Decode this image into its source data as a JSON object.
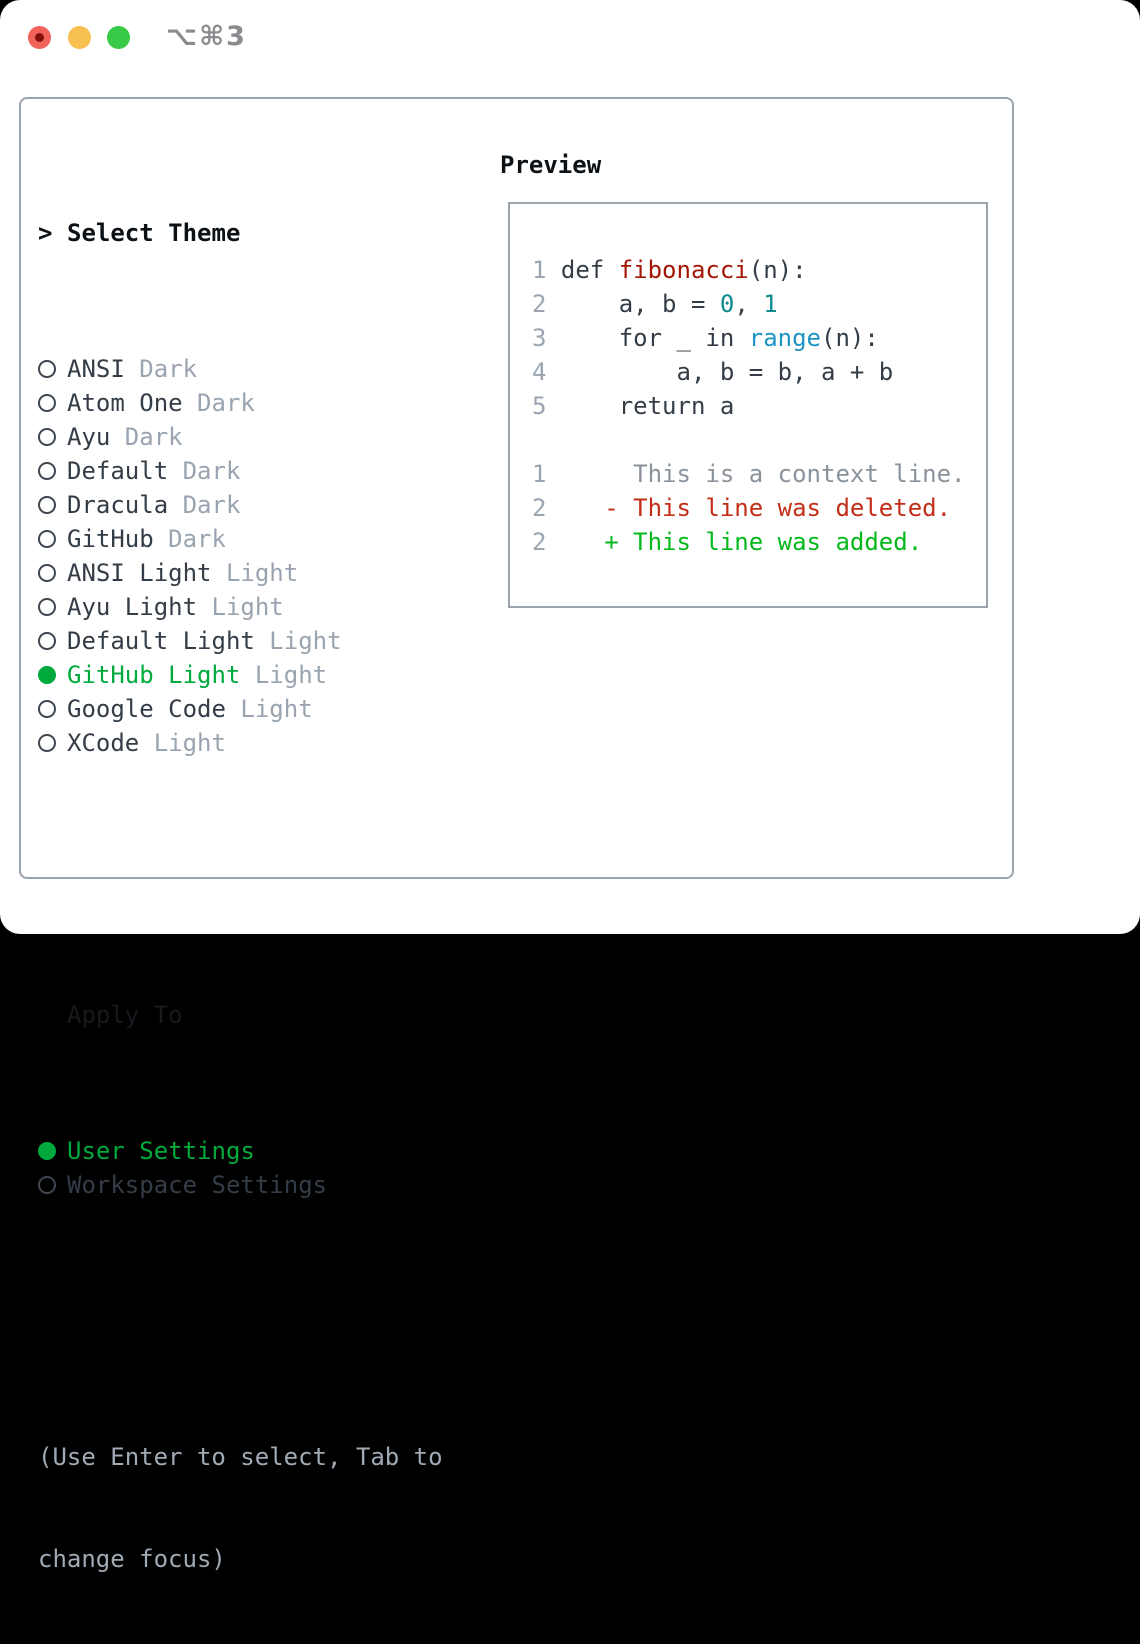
{
  "window": {
    "title": "⌥⌘3",
    "traffic_lights": [
      "close",
      "minimize",
      "zoom"
    ]
  },
  "theme_panel": {
    "prompt": ">",
    "title": "Select Theme",
    "themes": [
      {
        "label": "ANSI",
        "variant": "Dark",
        "selected": false
      },
      {
        "label": "Atom One",
        "variant": "Dark",
        "selected": false
      },
      {
        "label": "Ayu",
        "variant": "Dark",
        "selected": false
      },
      {
        "label": "Default",
        "variant": "Dark",
        "selected": false
      },
      {
        "label": "Dracula",
        "variant": "Dark",
        "selected": false
      },
      {
        "label": "GitHub",
        "variant": "Dark",
        "selected": false
      },
      {
        "label": "ANSI Light",
        "variant": "Light",
        "selected": false
      },
      {
        "label": "Ayu Light",
        "variant": "Light",
        "selected": false
      },
      {
        "label": "Default Light",
        "variant": "Light",
        "selected": false
      },
      {
        "label": "GitHub Light",
        "variant": "Light",
        "selected": true
      },
      {
        "label": "Google Code",
        "variant": "Light",
        "selected": false
      },
      {
        "label": "XCode",
        "variant": "Light",
        "selected": false
      }
    ],
    "apply_to": {
      "title": "Apply To",
      "options": [
        {
          "label": "User Settings",
          "selected": true
        },
        {
          "label": "Workspace Settings",
          "selected": false
        }
      ]
    },
    "hint_lines": [
      "(Use Enter to select, Tab to",
      "change focus)"
    ]
  },
  "preview": {
    "title": "Preview",
    "lines": [
      [
        {
          "t": "1 ",
          "s": "ln"
        },
        {
          "t": "def ",
          "s": "code"
        },
        {
          "t": "fibonacci",
          "s": "fn"
        },
        {
          "t": "(n):",
          "s": "code"
        }
      ],
      [
        {
          "t": "2 ",
          "s": "ln"
        },
        {
          "t": "    a, b = ",
          "s": "code"
        },
        {
          "t": "0",
          "s": "num"
        },
        {
          "t": ", ",
          "s": "code"
        },
        {
          "t": "1",
          "s": "num"
        }
      ],
      [
        {
          "t": "3 ",
          "s": "ln"
        },
        {
          "t": "    for _ in ",
          "s": "code"
        },
        {
          "t": "range",
          "s": "bi"
        },
        {
          "t": "(n):",
          "s": "code"
        }
      ],
      [
        {
          "t": "4 ",
          "s": "ln"
        },
        {
          "t": "        a, b = b, a + b",
          "s": "code"
        }
      ],
      [
        {
          "t": "5 ",
          "s": "ln"
        },
        {
          "t": "    return a",
          "s": "code"
        }
      ],
      [],
      [
        {
          "t": "1 ",
          "s": "ln"
        },
        {
          "t": "     This is a context line.",
          "s": "ctx"
        }
      ],
      [
        {
          "t": "2 ",
          "s": "ln"
        },
        {
          "t": "   - This line was deleted.",
          "s": "del"
        }
      ],
      [
        {
          "t": "2 ",
          "s": "ln"
        },
        {
          "t": "   + This line was added.",
          "s": "add"
        }
      ]
    ]
  },
  "colors": {
    "accent_green": "#00aa3c",
    "diff_added_green": "#05b81b",
    "diff_deleted_red": "#c32e18",
    "function_red": "#a31505",
    "number_teal": "#0b8b8b",
    "builtin_blue": "#1f93c4",
    "muted_gray": "#9aa4b0",
    "border_gray": "#9ba3ad",
    "traffic_red": "#f0625a",
    "traffic_yellow": "#f6bf4f",
    "traffic_green": "#38c946"
  }
}
